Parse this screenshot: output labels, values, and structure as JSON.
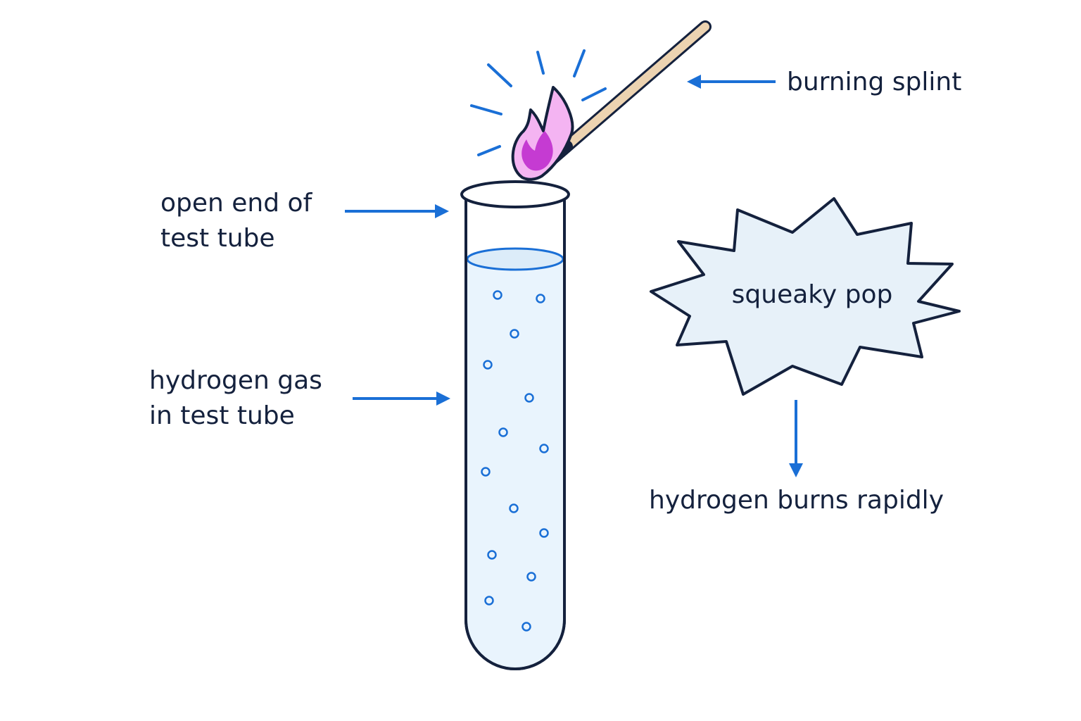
{
  "labels": {
    "open_end": [
      "open end of",
      "test tube"
    ],
    "hydrogen_gas": [
      "hydrogen gas",
      "in test tube"
    ],
    "burning_splint": "burning splint",
    "squeaky_pop": "squeaky pop",
    "burns_rapidly": "hydrogen burns rapidly"
  },
  "colors": {
    "outline": "#14213d",
    "arrow": "#1a6fd6",
    "gas_fill": "#e9f4fd",
    "burst_fill": "#e7f1f9",
    "bubble": "#1a6fd6",
    "splint": "#ecd3b1",
    "flame_outer": "#f4b4f2",
    "flame_inner": "#c53bd2",
    "spark": "#1a6fd6"
  },
  "icons": [
    "test-tube-icon",
    "flame-icon",
    "splint-icon",
    "burst-icon"
  ]
}
